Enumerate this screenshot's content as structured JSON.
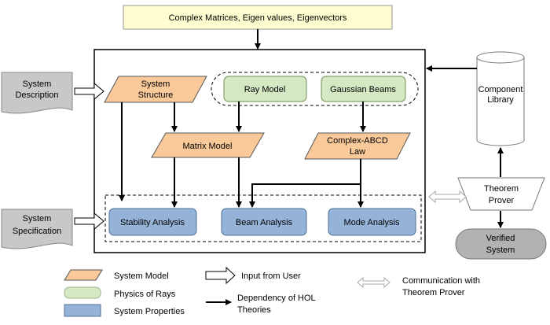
{
  "top_box": "Complex Matrices, Eigen values, Eigenvectors",
  "inputs": {
    "system_description": [
      "System",
      "Description"
    ],
    "system_specification": [
      "System",
      "Specification"
    ]
  },
  "models": {
    "system_structure": [
      "System",
      "Structure"
    ],
    "ray_model": "Ray Model",
    "gaussian_beams": "Gaussian Beams",
    "matrix_model": "Matrix Model",
    "complex_abcd": [
      "Complex-ABCD",
      "Law"
    ]
  },
  "analyses": {
    "stability": "Stability Analysis",
    "beam": "Beam  Analysis",
    "mode": "Mode  Analysis"
  },
  "right": {
    "component_library": [
      "Component",
      "Library"
    ],
    "theorem_prover": [
      "Theorem",
      "Prover"
    ],
    "verified_system": [
      "Verified",
      "System"
    ]
  },
  "legend": {
    "system_model": "System Model",
    "physics_of_rays": "Physics of Rays",
    "system_properties": "System Properties",
    "input_from_user": "Input from User",
    "dependency": [
      "Dependency of  HOL",
      "Theories"
    ],
    "communication": [
      "Communication with",
      "Theorem Prover"
    ]
  },
  "colors": {
    "orange": "#f9c99a",
    "green": "#d5e8c4",
    "blue": "#95b3d7",
    "gray": "#c8c8c8",
    "yellow": "#fefed0"
  }
}
